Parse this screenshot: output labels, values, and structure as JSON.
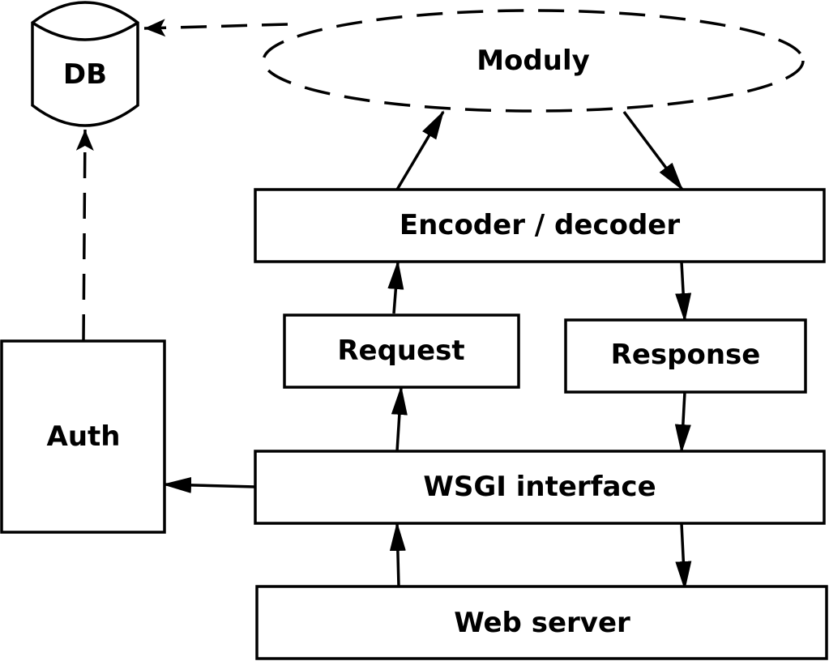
{
  "diagram": {
    "nodes": {
      "db": "DB",
      "moduly": "Moduly",
      "encoder": "Encoder / decoder",
      "request": "Request",
      "response": "Response",
      "auth": "Auth",
      "wsgi": "WSGI interface",
      "webserver": "Web server"
    },
    "edges": [
      {
        "from": "Web server",
        "to": "WSGI interface",
        "style": "solid"
      },
      {
        "from": "WSGI interface",
        "to": "Web server",
        "style": "solid"
      },
      {
        "from": "WSGI interface",
        "to": "Request",
        "style": "solid"
      },
      {
        "from": "WSGI interface",
        "to": "Auth",
        "style": "solid"
      },
      {
        "from": "Request",
        "to": "Encoder / decoder",
        "style": "solid"
      },
      {
        "from": "Encoder / decoder",
        "to": "Moduly",
        "style": "solid"
      },
      {
        "from": "Moduly",
        "to": "Encoder / decoder",
        "style": "solid"
      },
      {
        "from": "Encoder / decoder",
        "to": "Response",
        "style": "solid"
      },
      {
        "from": "Response",
        "to": "WSGI interface",
        "style": "solid"
      },
      {
        "from": "Auth",
        "to": "DB",
        "style": "dashed"
      },
      {
        "from": "Moduly",
        "to": "DB",
        "style": "dashed"
      }
    ]
  }
}
